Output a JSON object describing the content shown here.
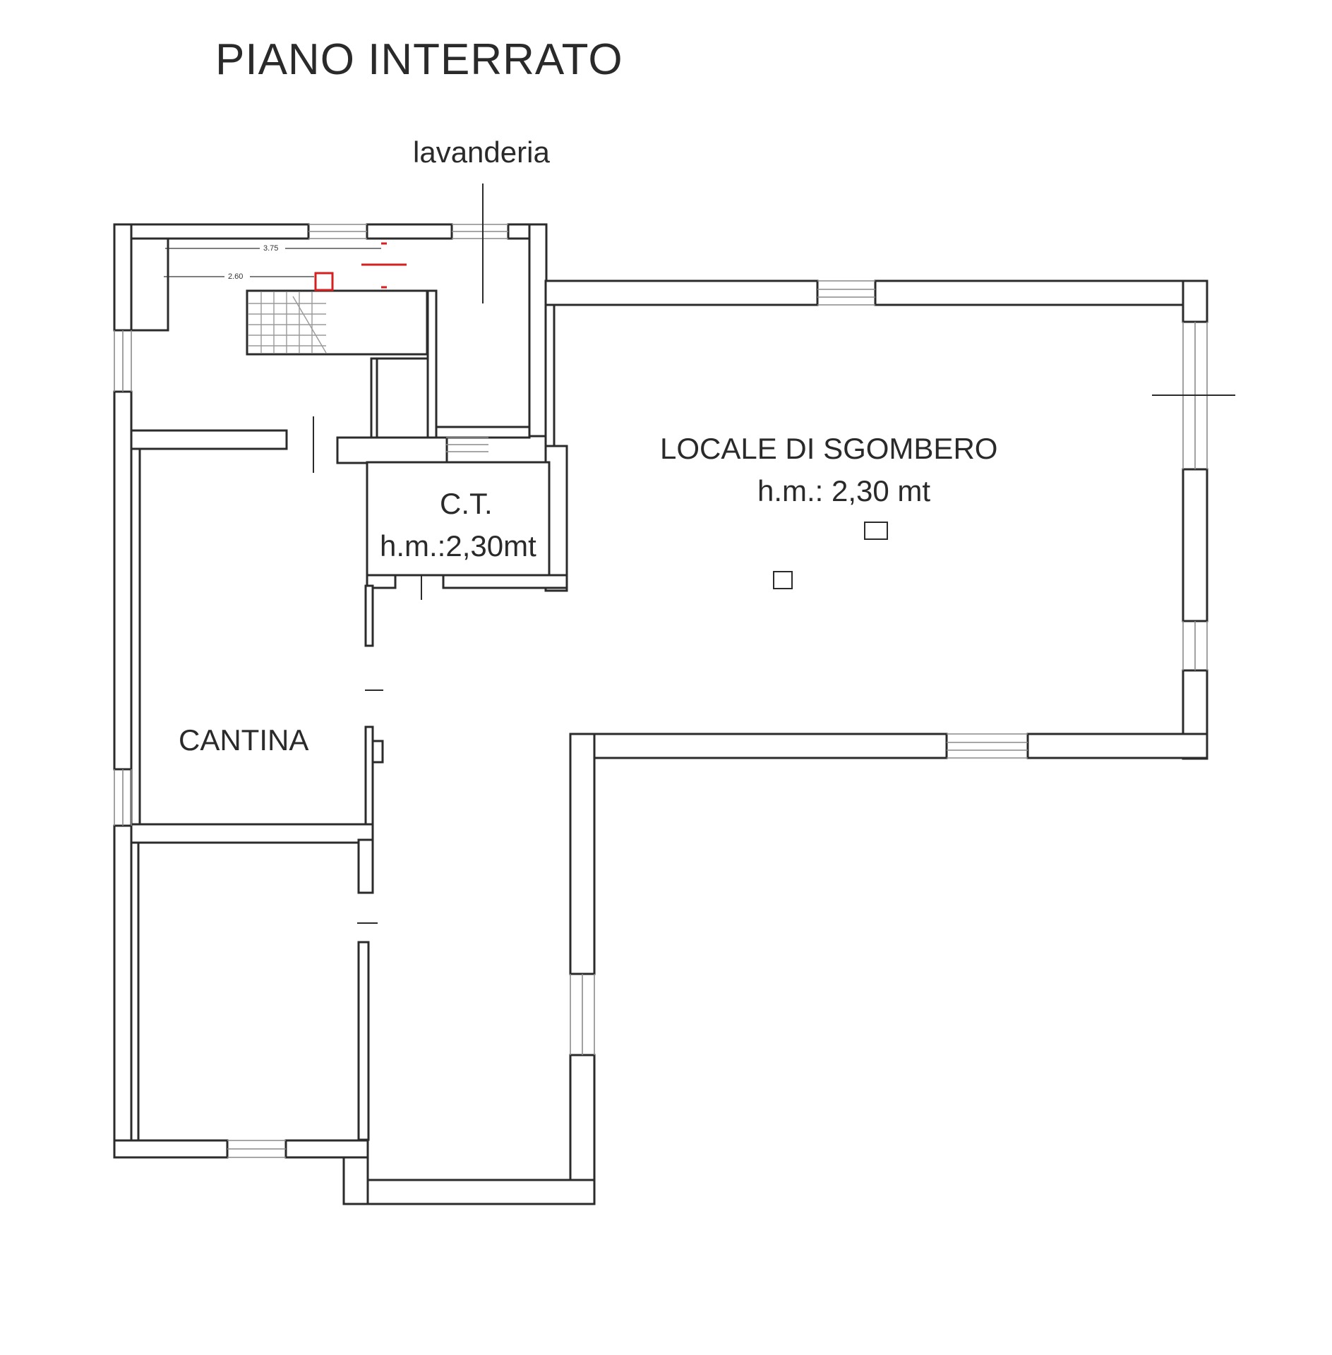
{
  "title": "PIANO INTERRATO",
  "rooms": {
    "lavanderia": "lavanderia",
    "locale": "LOCALE DI SGOMBERO",
    "locale_height": "h.m.: 2,30 mt",
    "ct": "C.T.",
    "ct_height": "h.m.:2,30mt",
    "cantina": "CANTINA"
  },
  "dimensions": {
    "upper": "3.75",
    "lower": "2.60"
  },
  "colors": {
    "wall": "#2b2b2b",
    "window": "#8a8a8a",
    "marker": "#d61f1f"
  }
}
